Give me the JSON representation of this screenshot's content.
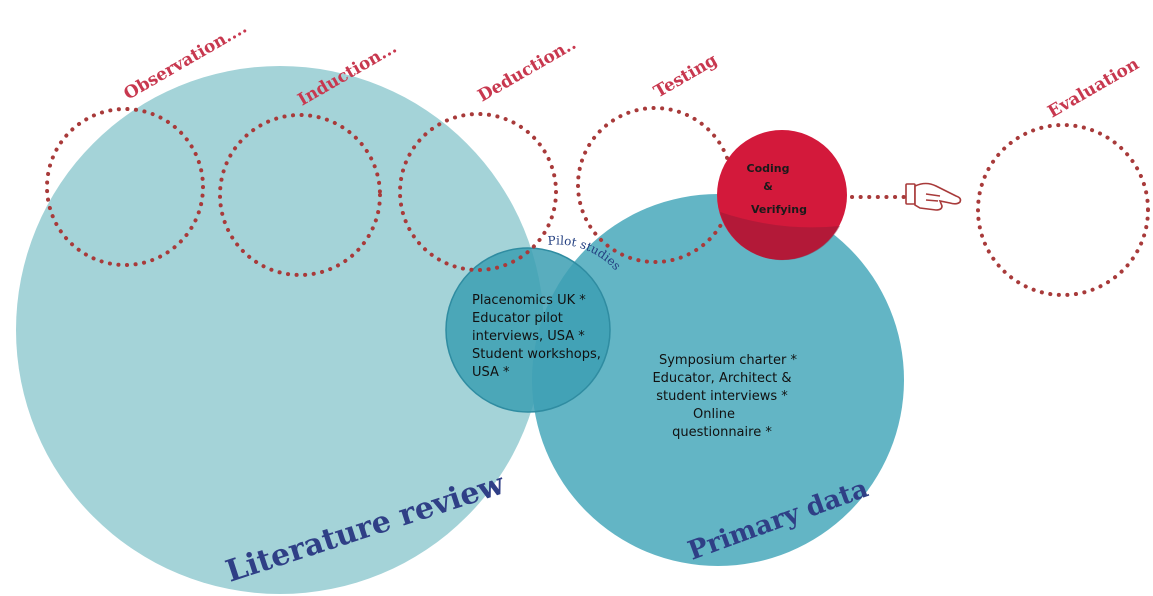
{
  "stages": [
    {
      "id": "observation",
      "label": "Observation...."
    },
    {
      "id": "induction",
      "label": "Induction..."
    },
    {
      "id": "deduction",
      "label": "Deduction.."
    },
    {
      "id": "testing",
      "label": "Testing"
    },
    {
      "id": "evaluation",
      "label": "Evaluation"
    }
  ],
  "literature_review": {
    "label": "Literature review"
  },
  "primary_data": {
    "label": "Primary data",
    "items": [
      "Symposium charter *",
      "Educator, Architect &",
      "student interviews *",
      "Online",
      "questionnaire *"
    ]
  },
  "pilot_studies": {
    "label": "Pilot studies",
    "items": [
      "Placenomics UK *",
      "Educator pilot",
      "interviews, USA *",
      "Student workshops,",
      "USA *"
    ]
  },
  "coding": {
    "lines": [
      "Coding",
      "&",
      "Verifying"
    ]
  },
  "icons": {
    "pointer": "pointing-hand-icon"
  },
  "colors": {
    "literature_review": "#a4d3d8",
    "primary_data": "#63b5c5",
    "pilot": "#3c9fb3",
    "coding": "#d3193b",
    "dotted": "#a83a3a",
    "stage_label": "#c8384f",
    "big_label": "#2f3f86"
  }
}
